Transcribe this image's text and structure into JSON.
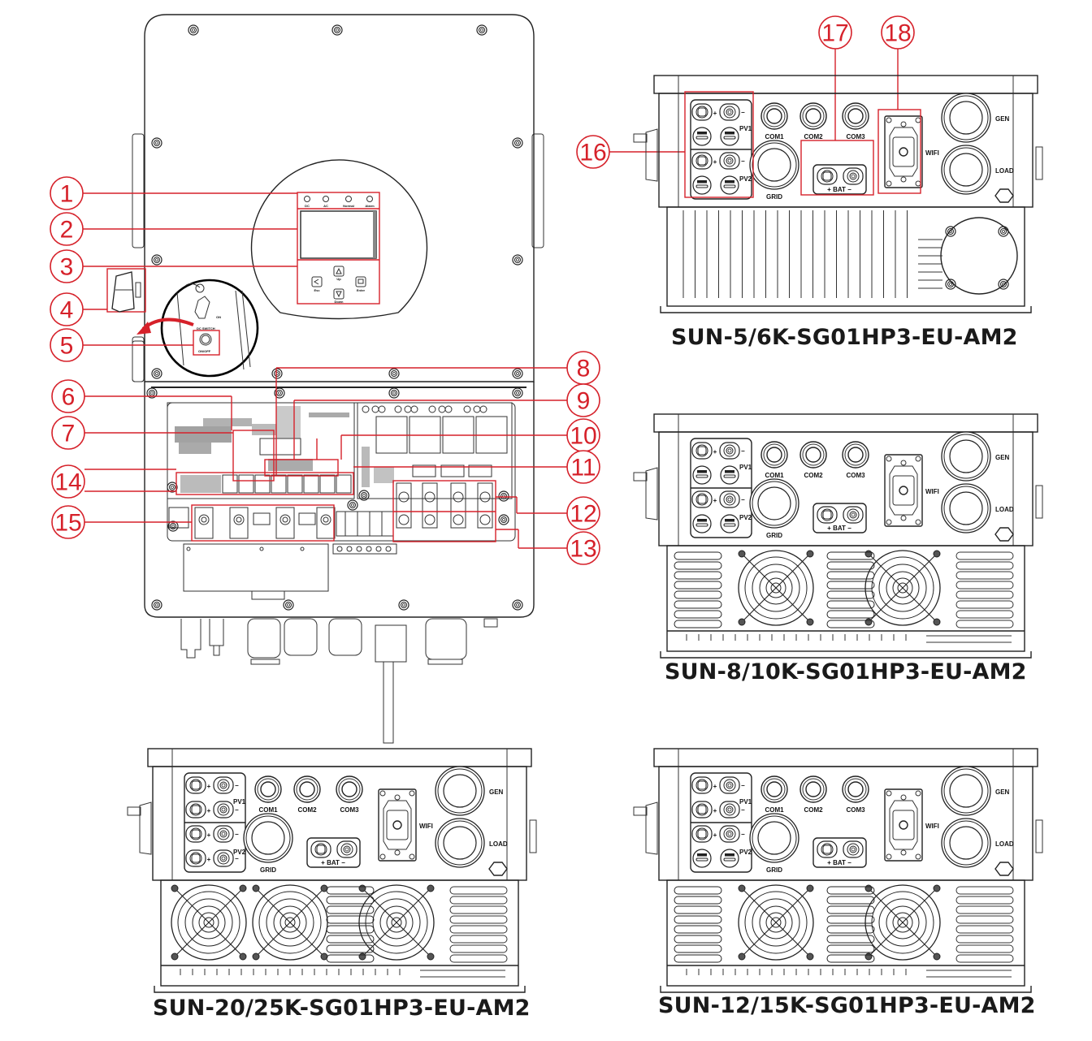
{
  "callouts": [
    "1",
    "2",
    "3",
    "4",
    "5",
    "6",
    "7",
    "8",
    "9",
    "10",
    "11",
    "12",
    "13",
    "14",
    "15",
    "16",
    "17",
    "18"
  ],
  "front_panel": {
    "leds": [
      "DC",
      "AC",
      "Normal",
      "Alarm"
    ],
    "buttons": [
      "Esc",
      "Up",
      "Down",
      "Enter"
    ],
    "dc_switch_label": "DC SWITCH",
    "switch_on_label": "ON",
    "onoff_label": "ON/OFF"
  },
  "port_panel": {
    "pv1": "PV1",
    "pv2": "PV2",
    "plus": "+",
    "minus": "−",
    "com1": "COM1",
    "com2": "COM2",
    "com3": "COM3",
    "grid": "GRID",
    "bat": "BAT",
    "wifi": "WIFI",
    "gen": "GEN",
    "load": "LOAD"
  },
  "models": [
    {
      "title": "SUN-5/6K-SG01HP3-EU-AM2",
      "fans": 0,
      "pv_strings_per_mppt": 1
    },
    {
      "title": "SUN-8/10K-SG01HP3-EU-AM2",
      "fans": 2,
      "pv_strings_per_mppt": 1
    },
    {
      "title": "SUN-20/25K-SG01HP3-EU-AM2",
      "fans": 3,
      "pv_strings_per_mppt": 2
    },
    {
      "title": "SUN-12/15K-SG01HP3-EU-AM2",
      "fans": 2,
      "pv_strings": [
        2,
        1
      ]
    }
  ],
  "colors": {
    "callout": "#d6212a",
    "line": "#222222",
    "title": "#1a1a1a"
  }
}
